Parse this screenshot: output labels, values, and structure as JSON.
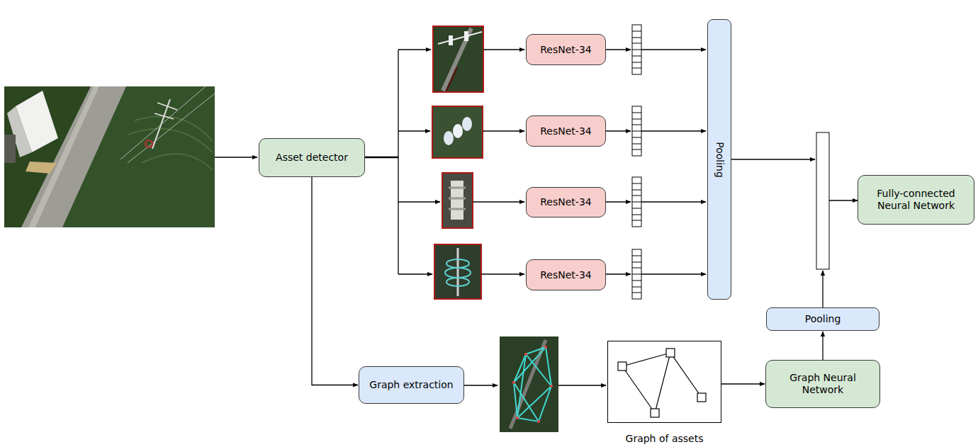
{
  "diagram": {
    "nodes": [
      {
        "text": [
          "Asset detector"
        ]
      },
      {
        "text": [
          "ResNet-34"
        ]
      },
      {
        "text": [
          "ResNet-34"
        ]
      },
      {
        "text": [
          "ResNet-34"
        ]
      },
      {
        "text": [
          "ResNet-34"
        ]
      },
      {
        "text": [
          "Pooling"
        ]
      },
      {
        "text": [
          "Fully-connected Neural Network"
        ]
      },
      {
        "text": [
          "Graph extraction"
        ]
      },
      {
        "text": [
          "Graph of assets"
        ]
      },
      {
        "text": [
          "Graph Neural Network"
        ]
      },
      {
        "text": [
          "Pooling"
        ]
      }
    ],
    "edges": [
      {
        "from": 0,
        "to": 7,
        "arrow": "to"
      },
      {
        "from": 8,
        "to": 9,
        "arrow": "to"
      },
      {
        "from": 9,
        "to": 10,
        "arrow": "to"
      }
    ]
  }
}
